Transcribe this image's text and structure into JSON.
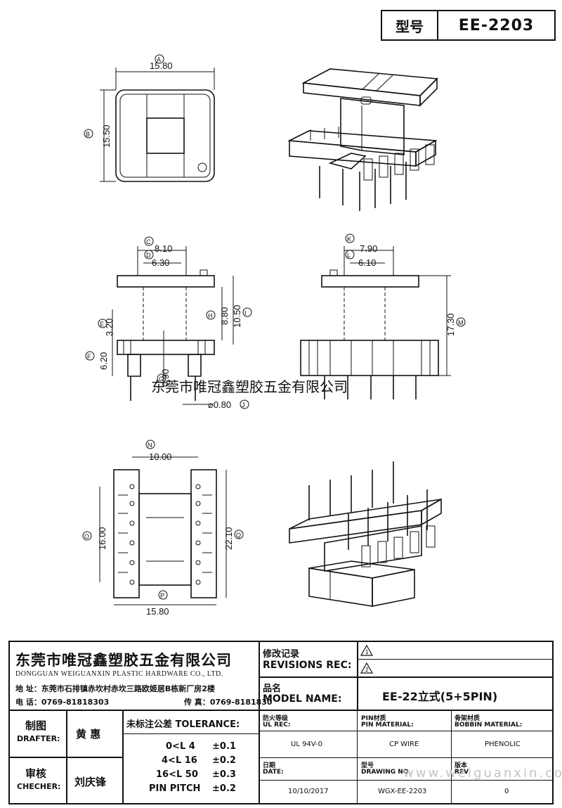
{
  "header": {
    "model_label": "型号",
    "model_value": "EE-2203"
  },
  "drawing": {
    "top_view": {
      "width_dim": "15.80",
      "height_dim": "15.50",
      "circle_a": "A",
      "circle_b": "B"
    },
    "front_view": {
      "dims": [
        "8.10",
        "6.30",
        "3.20",
        "6.20",
        "8.80",
        "10.50",
        "0.90",
        "⌀0.80"
      ],
      "circles": [
        "C",
        "D",
        "E",
        "F",
        "H",
        "I",
        "G",
        "J"
      ]
    },
    "side_view": {
      "dims": [
        "7.90",
        "6.10",
        "17.30"
      ],
      "circles": [
        "K",
        "L",
        "M"
      ]
    },
    "bottom_view": {
      "dims": [
        "10.00",
        "16.00",
        "22.10",
        "15.80"
      ],
      "circles": [
        "N",
        "O",
        "Q",
        "P"
      ]
    },
    "watermark": "东莞市唯冠鑫塑胶五金有限公司",
    "watermark_url": "www.weiguanxin.com"
  },
  "title_block": {
    "company_cn": "东莞市唯冠鑫塑胶五金有限公司",
    "company_en": "DONGGUAN WEIGUANXIN PLASTIC HARDWARE CO., LTD.",
    "address": "地  址：东莞市石排镇赤坎村赤坎三路欧姬居B栋新厂房2楼",
    "phone": "电  话：0769-81818303",
    "fax": "传  真：0769-8181830",
    "revisions_cn": "修改记录",
    "revisions_en": "REVISIONS REC:",
    "rev1": "1",
    "rev2": "2",
    "model_name_cn": "品名",
    "model_name_en": "MODEL NAME:",
    "model_name_value": "EE-22立式(5+5PIN)",
    "drafter_cn": "制图",
    "drafter_en": "DRAFTER:",
    "drafter_name": "黄  惠",
    "checker_cn": "审核",
    "checker_en": "CHECHER:",
    "checker_name": "刘庆锋",
    "tolerance_title": "未标注公差 TOLERANCE:",
    "tolerances": [
      {
        "range": "0<L  4",
        "value": "±0.1"
      },
      {
        "range": "4<L  16",
        "value": "±0.2"
      },
      {
        "range": "16<L  50",
        "value": "±0.3"
      },
      {
        "range": "PIN PITCH",
        "value": "±0.2"
      }
    ],
    "ul_rec_cn": "防火等级",
    "ul_rec_en": "UL REC:",
    "ul_rec_value": "UL 94V-0",
    "pin_material_cn": "PIN材质",
    "pin_material_en": "PIN MATERIAL:",
    "pin_material_value": "CP WIRE",
    "bobbin_material_cn": "骨架材质",
    "bobbin_material_en": "BOBBIN MATERIAL:",
    "bobbin_material_value": "PHENOLIC",
    "date_cn": "日期",
    "date_en": "DATE:",
    "date_value": "10/10/2017",
    "drawing_no_cn": "型号",
    "drawing_no_en": "DRAWING NO.",
    "drawing_no_value": "WGX-EE-2203",
    "rev_cn": "版本",
    "rev_en": "REV:",
    "rev_value": "0"
  }
}
